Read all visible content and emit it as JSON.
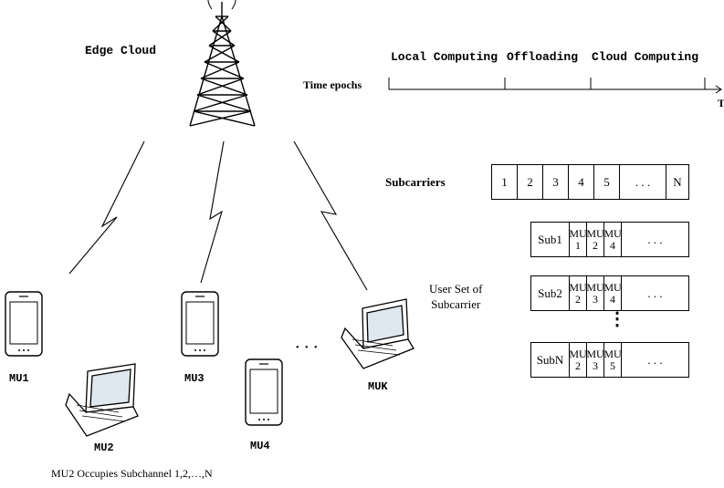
{
  "edge_cloud_label": "Edge Cloud",
  "timeline": {
    "phase_labels": [
      "Local Computing",
      "Offloading",
      "Cloud Computing"
    ],
    "axis_label": "Time epochs",
    "end_label": "T"
  },
  "subcarriers": {
    "label": "Subcarriers",
    "cells": [
      "1",
      "2",
      "3",
      "4",
      "5",
      ". . .",
      "N"
    ]
  },
  "user_set": {
    "label_line1": "User Set of",
    "label_line2": "Subcarrier",
    "rows": [
      {
        "name": "Sub1",
        "users": [
          [
            "MU",
            "1"
          ],
          [
            "MU",
            "2"
          ],
          [
            "MU",
            "4"
          ]
        ],
        "more": ". . ."
      },
      {
        "name": "Sub2",
        "users": [
          [
            "MU",
            "2"
          ],
          [
            "MU",
            "3"
          ],
          [
            "MU",
            "4"
          ]
        ],
        "more": ". . ."
      },
      {
        "name": "SubN",
        "users": [
          [
            "MU",
            "2"
          ],
          [
            "MU",
            "3"
          ],
          [
            "MU",
            "5"
          ]
        ],
        "more": ". . ."
      }
    ],
    "vertical_ellipsis": "⋮"
  },
  "devices": {
    "mu1": "MU1",
    "mu2": "MU2",
    "mu3": "MU3",
    "mu4": "MU4",
    "muk": "MUK",
    "ellipsis": "• • •"
  },
  "caption": "MU2 Occupies Subchannel 1,2,…,N"
}
